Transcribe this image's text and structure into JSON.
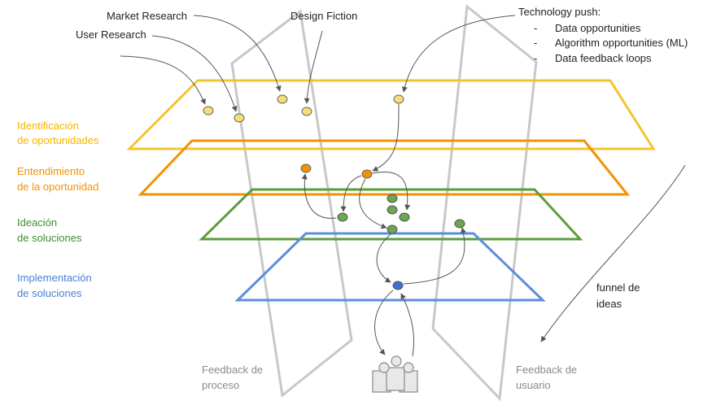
{
  "sources": {
    "market_research": "Market Research",
    "design_fiction": "Design Fiction",
    "user_research": "User Research",
    "technology_push": {
      "title": "Technology push:",
      "bullet": "-",
      "items": [
        "Data opportunities",
        "Algorithm opportunities (ML)",
        "Data feedback loops"
      ]
    }
  },
  "levels": [
    {
      "line1": "Identificación",
      "line2": "de oportunidades",
      "color": "#F4C430"
    },
    {
      "line1": "Entendimiento",
      "line2": "de la oportunidad",
      "color": "#F39200"
    },
    {
      "line1": "Ideación",
      "line2": "de soluciones",
      "color": "#5B9E3E"
    },
    {
      "line1": "Implementación",
      "line2": "de soluciones",
      "color": "#5B8FD9"
    }
  ],
  "feedback": {
    "process_line1": "Feedback de",
    "process_line2": "proceso",
    "user_line1": "Feedback de",
    "user_line2": "usuario"
  },
  "funnel": {
    "line1": "funnel de",
    "line2": "ideas"
  },
  "colors": {
    "yellow": "#F4C430",
    "yellow_dot": "#F7DC7A",
    "orange": "#F39200",
    "green": "#5B9E3E",
    "green_dot": "#6AA84F",
    "blue": "#5B8FD9",
    "blue_dot": "#3B6FD4",
    "gray_plane": "#C8C8C8",
    "arrow": "#555555"
  }
}
